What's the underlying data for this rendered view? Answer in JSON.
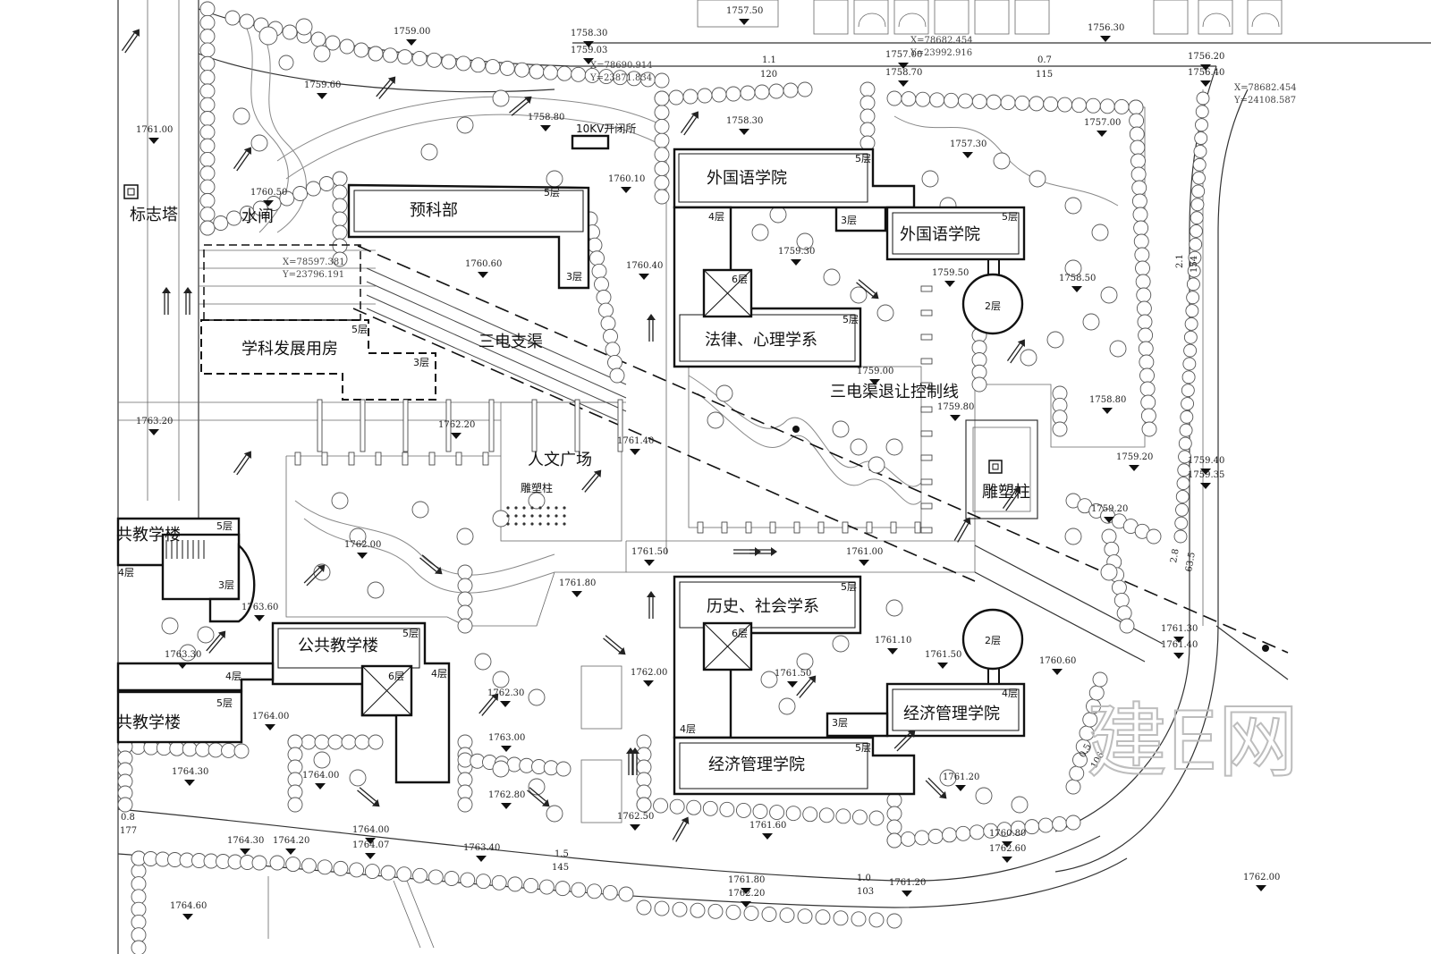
{
  "buildings": [
    {
      "id": "yuke",
      "label": "预科部",
      "floors": [
        "5层",
        "3层"
      ]
    },
    {
      "id": "xueke",
      "label": "学科发展用房",
      "floors": [
        "5层",
        "3层"
      ]
    },
    {
      "id": "waiguoyu1",
      "label": "外国语学院",
      "floors": [
        "5层"
      ]
    },
    {
      "id": "waiguoyu2",
      "label": "外国语学院",
      "floors": [
        "5层",
        "3层"
      ]
    },
    {
      "id": "falv",
      "label": "法律、心理学系",
      "floors": [
        "5层",
        "4层",
        "6层"
      ]
    },
    {
      "id": "lishi",
      "label": "历史、社会学系",
      "floors": [
        "5层",
        "6层"
      ]
    },
    {
      "id": "jingji1",
      "label": "经济管理学院",
      "floors": [
        "4层",
        "3层"
      ]
    },
    {
      "id": "jingji2",
      "label": "经济管理学院",
      "floors": [
        "5层",
        "4层"
      ]
    },
    {
      "id": "gonggong_top",
      "label": "共教学楼",
      "floors": [
        "5层",
        "4层",
        "3层"
      ]
    },
    {
      "id": "gonggong_mid",
      "label": "公共教学楼",
      "floors": [
        "5层",
        "6层",
        "4层",
        "4层"
      ]
    },
    {
      "id": "gonggong_bot",
      "label": "共教学楼",
      "floors": [
        "5层"
      ]
    }
  ],
  "rotunda_labels": [
    "2层",
    "2层"
  ],
  "place_labels": {
    "biaozhita": "标志塔",
    "shuizha": "水闸",
    "kaibisuo": "10KV开闭所",
    "sandian": "三电支渠",
    "control_line": "三电渠退让控制线",
    "renwen": "人文广场",
    "diaosu_small": "雕塑柱",
    "diaosu": "雕塑柱"
  },
  "elevations": [
    "1759.00",
    "1759.60",
    "1758.80",
    "1758.30",
    "1761.00",
    "1760.50",
    "1760.10",
    "1760.60",
    "1760.40",
    "1757.50",
    "1758.30",
    "1759.03",
    "1757.00",
    "1758.70",
    "1757.30",
    "1757.00",
    "1756.30",
    "1756.20",
    "1756.40",
    "1759.30",
    "1759.50",
    "1758.50",
    "1759.00",
    "1759.80",
    "1758.80",
    "1759.20",
    "1759.40",
    "1759.35",
    "1759.20",
    "1763.20",
    "1762.20",
    "1761.40",
    "1762.00",
    "1761.50",
    "1761.00",
    "1761.80",
    "1763.60",
    "1763.30",
    "1761.10",
    "1761.50",
    "1761.50",
    "1762.00",
    "1762.30",
    "1763.00",
    "1762.80",
    "1764.00",
    "1764.30",
    "1764.00",
    "1762.50",
    "1761.60",
    "1761.20",
    "1760.60",
    "1761.30",
    "1761.40",
    "1764.30",
    "1764.20",
    "1764.00",
    "1764.07",
    "1763.40",
    "1761.80",
    "1762.20",
    "1761.20",
    "1760.80",
    "1762.60",
    "1762.00",
    "1764.60"
  ],
  "coordinates": [
    "X=78690.914",
    "Y=23871.834",
    "X=78682.454",
    "Y=23992.916",
    "X=78682.454",
    "Y=24108.587",
    "X=78597.381",
    "Y=23796.191"
  ],
  "slopes": [
    "1.1",
    "120",
    "0.7",
    "115",
    "2.1",
    "154",
    "2.8",
    "63.5",
    "0.5",
    "106",
    "1.5",
    "145",
    "1.0",
    "103",
    "0.8",
    "177"
  ],
  "watermark": "建E网"
}
